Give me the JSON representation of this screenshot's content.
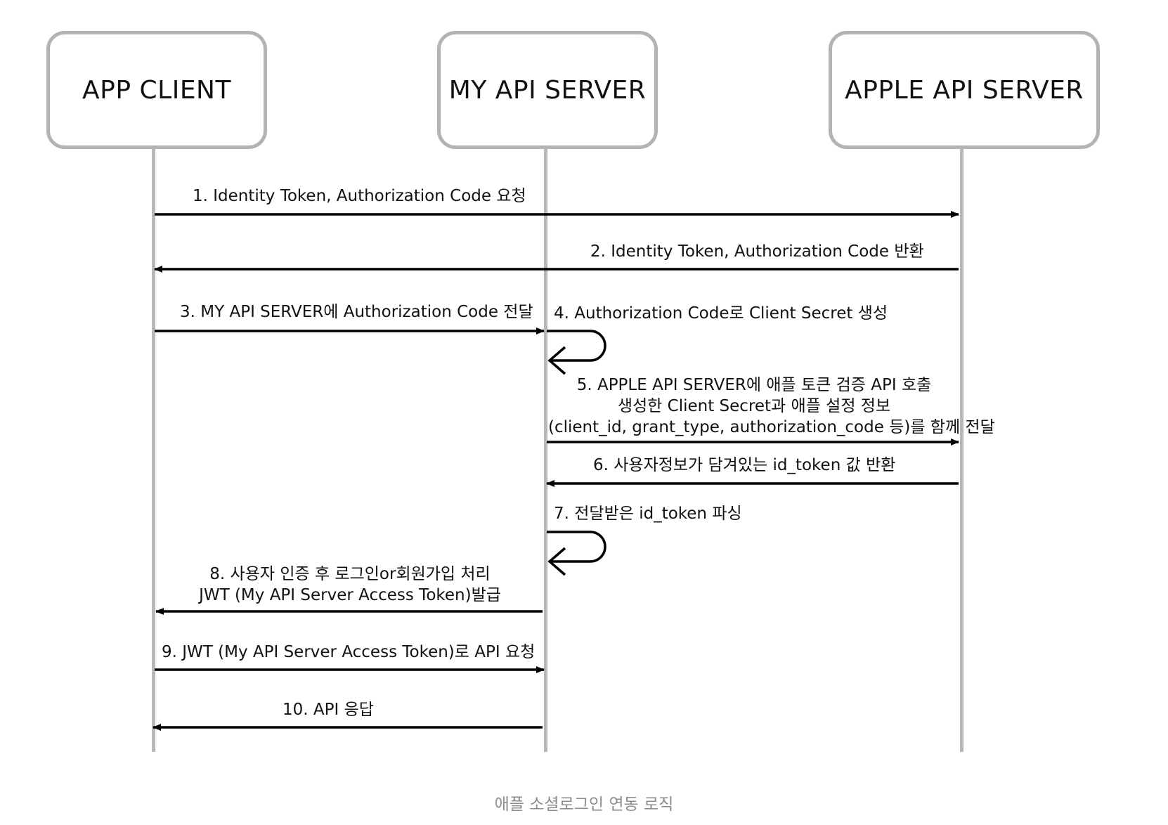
{
  "actors": {
    "app_client": "APP CLIENT",
    "my_api_server": "MY API SERVER",
    "apple_api_server": "APPLE API SERVER"
  },
  "messages": {
    "m1": "1. Identity Token, Authorization Code 요청",
    "m2": "2. Identity Token, Authorization Code 반환",
    "m3": "3. MY API SERVER에 Authorization Code 전달",
    "m4": "4. Authorization Code로 Client Secret 생성",
    "m5_line1": "5. APPLE API SERVER에 애플 토큰 검증 API 호출",
    "m5_line2": "생성한 Client Secret과 애플 설정 정보",
    "m5_line3": "(client_id, grant_type, authorization_code 등)를 함께 전달",
    "m6": "6. 사용자정보가 담겨있는 id_token 값 반환",
    "m7": "7. 전달받은 id_token 파싱",
    "m8_line1": "8. 사용자 인증 후 로그인or회원가입 처리",
    "m8_line2": "JWT (My API Server Access Token)발급",
    "m9": "9. JWT (My API Server Access Token)로 API 요청",
    "m10": "10. API 응답"
  },
  "caption": "애플 소셜로그인 연동 로직"
}
